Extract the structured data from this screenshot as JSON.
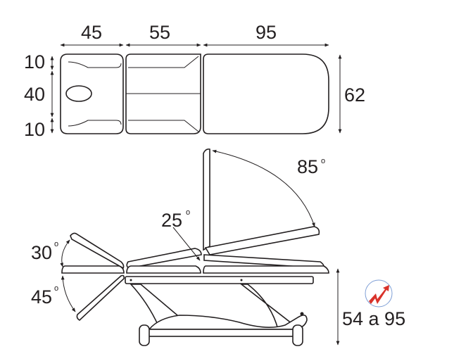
{
  "top_view": {
    "widths": {
      "head": "45",
      "middle": "55",
      "back": "95"
    },
    "head_heights": {
      "top": "10",
      "center": "40",
      "bottom": "10"
    },
    "total_width": "62"
  },
  "side_view": {
    "angles": {
      "backrest": "85",
      "back_section": "25",
      "head_up": "30",
      "head_down": "45"
    },
    "degree_symbol": "o",
    "height_range": "54 a 95"
  },
  "colors": {
    "line": "#231f20",
    "electric_icon": "#d9322a",
    "icon_ring": "#7f9fd6"
  }
}
